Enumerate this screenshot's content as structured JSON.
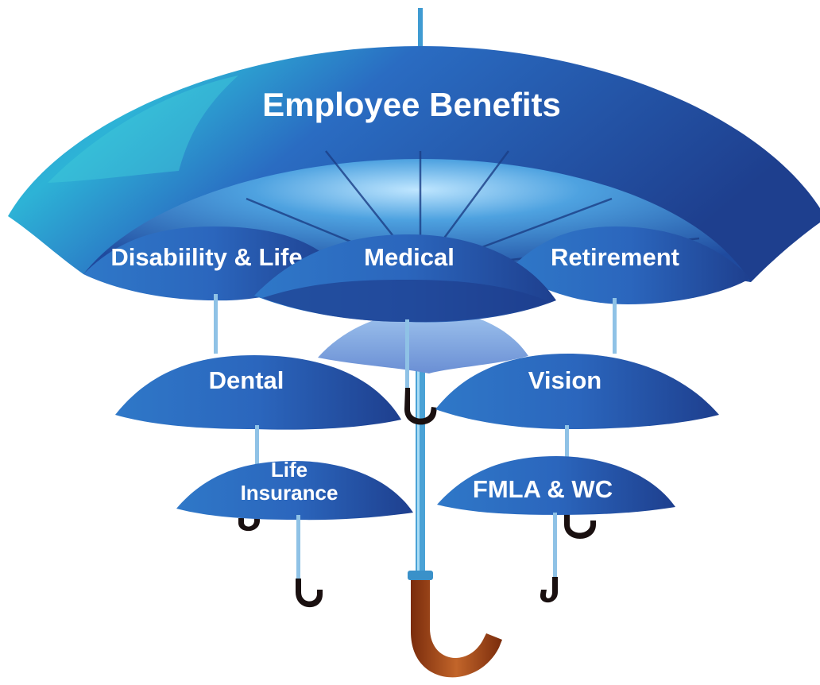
{
  "diagram": {
    "main_label": "Employee Benefits",
    "umbrellas": [
      {
        "id": "disability-life",
        "label": "Disabiility & Life"
      },
      {
        "id": "medical",
        "label": "Medical"
      },
      {
        "id": "retirement",
        "label": "Retirement"
      },
      {
        "id": "dental",
        "label": "Dental"
      },
      {
        "id": "vision",
        "label": "Vision"
      },
      {
        "id": "life-insurance",
        "label_line1": "Life",
        "label_line2": "Insurance"
      },
      {
        "id": "fmla-wc",
        "label": "FMLA & WC"
      }
    ]
  },
  "colors": {
    "canopy_dark": "#1e3f8e",
    "canopy_mid": "#2a63b8",
    "canopy_light": "#4ea2e0",
    "highlight": "#3ec6d8",
    "handle_wood": "#a24a1c",
    "handle_dark": "#1a1010",
    "shaft": "#4aa2d6"
  }
}
